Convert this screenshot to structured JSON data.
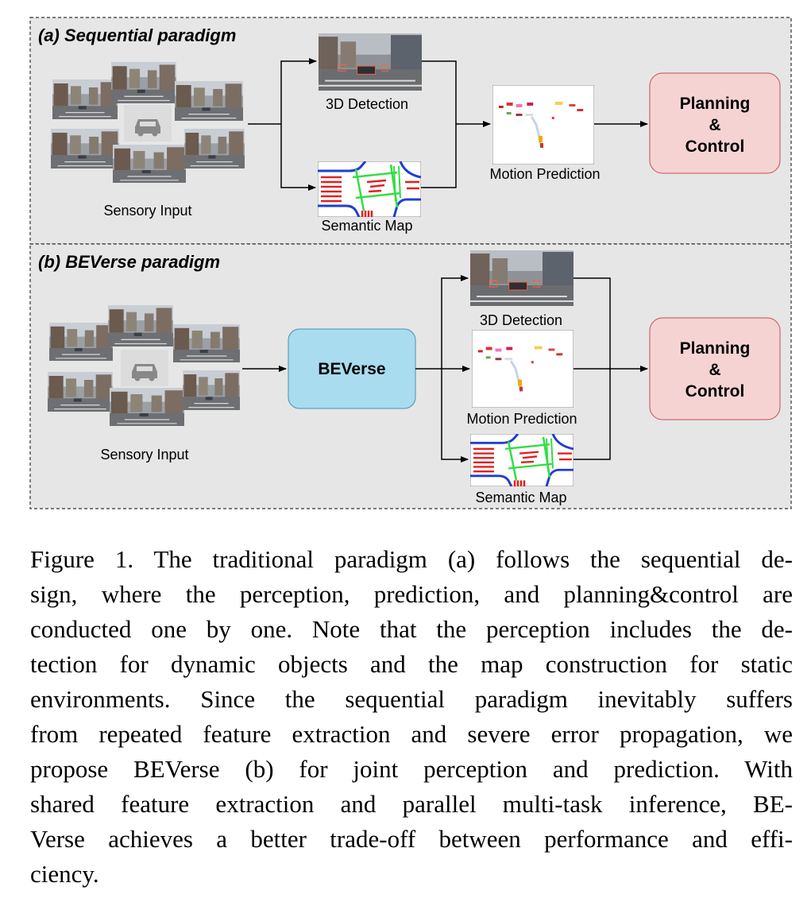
{
  "panel_a": {
    "title": "(a) Sequential paradigm",
    "sensory_label": "Sensory Input",
    "detection_label": "3D Detection",
    "map_label": "Semantic Map",
    "motion_label": "Motion Prediction",
    "planning": [
      "Planning",
      "&",
      "Control"
    ]
  },
  "panel_b": {
    "title": "(b) BEVerse paradigm",
    "sensory_label": "Sensory Input",
    "model_label": "BEVerse",
    "detection_label": "3D Detection",
    "motion_label": "Motion Prediction",
    "map_label": "Semantic Map",
    "planning": [
      "Planning",
      "&",
      "Control"
    ]
  },
  "caption_lines": [
    "Figure 1.  The traditional paradigm (a) follows the sequential de-",
    "sign, where the perception, prediction, and planning&control are",
    "conducted one by one.  Note that the perception includes the de-",
    "tection for dynamic objects and the map construction for static",
    "environments.  Since the sequential paradigm inevitably suffers",
    "from repeated feature extraction and severe error propagation, we",
    "propose BEVerse (b) for joint perception and prediction.  With",
    "shared feature extraction and parallel multi-task inference, BE-",
    "Verse achieves a better trade-off between performance and effi-",
    "ciency."
  ],
  "colors": {
    "panel_bg": "#e6e6e6",
    "beverse_fill": "#a9dcee",
    "planning_fill": "#f6d3d3",
    "road_blue": "#1f3fd0",
    "lane_green": "#33dd44",
    "marking_red": "#e02020"
  }
}
